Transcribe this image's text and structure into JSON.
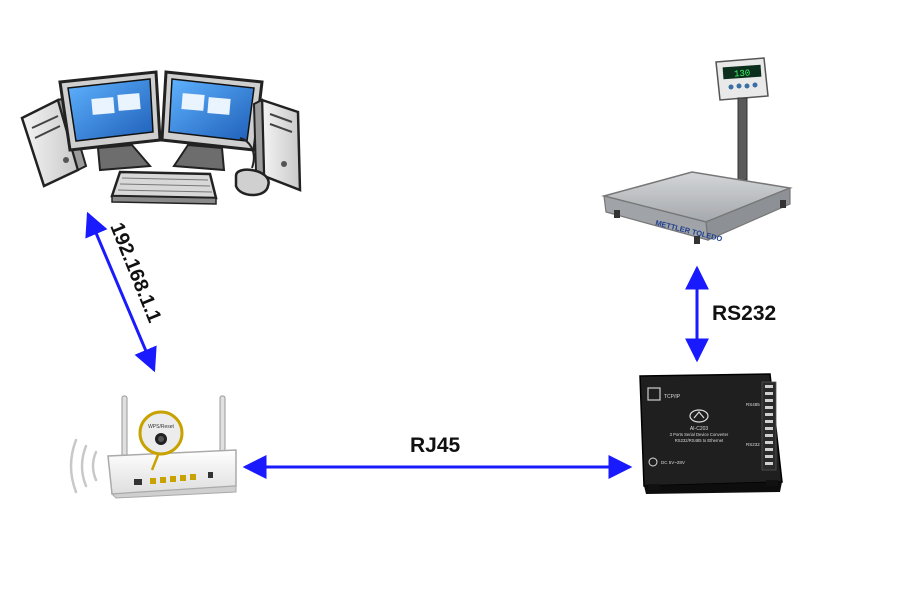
{
  "diagram": {
    "connections": {
      "ip_label": "192.168.1.1",
      "rs232_label": "RS232",
      "rj45_label": "RJ45"
    },
    "router": {
      "button_label": "WPS/Reset"
    },
    "scale": {
      "brand": "METTLER TOLEDO",
      "display_reading": "130"
    },
    "converter": {
      "port_label": "TCP/IP",
      "model": "AI-C203",
      "desc_line1": "3 Ports Serial Device Converter",
      "desc_line2": "RS232/RS485 to Ethernet",
      "rs485_label": "RS485",
      "rs232_label": "RS232",
      "power_label": "DC 5V~28V"
    },
    "colors": {
      "arrow": "#1a1aff",
      "converter_body": "#1e1e1e",
      "router_body": "#f2f2f2",
      "scale_platform": "#b9bcc0",
      "screen": "#2f7fd0"
    }
  }
}
